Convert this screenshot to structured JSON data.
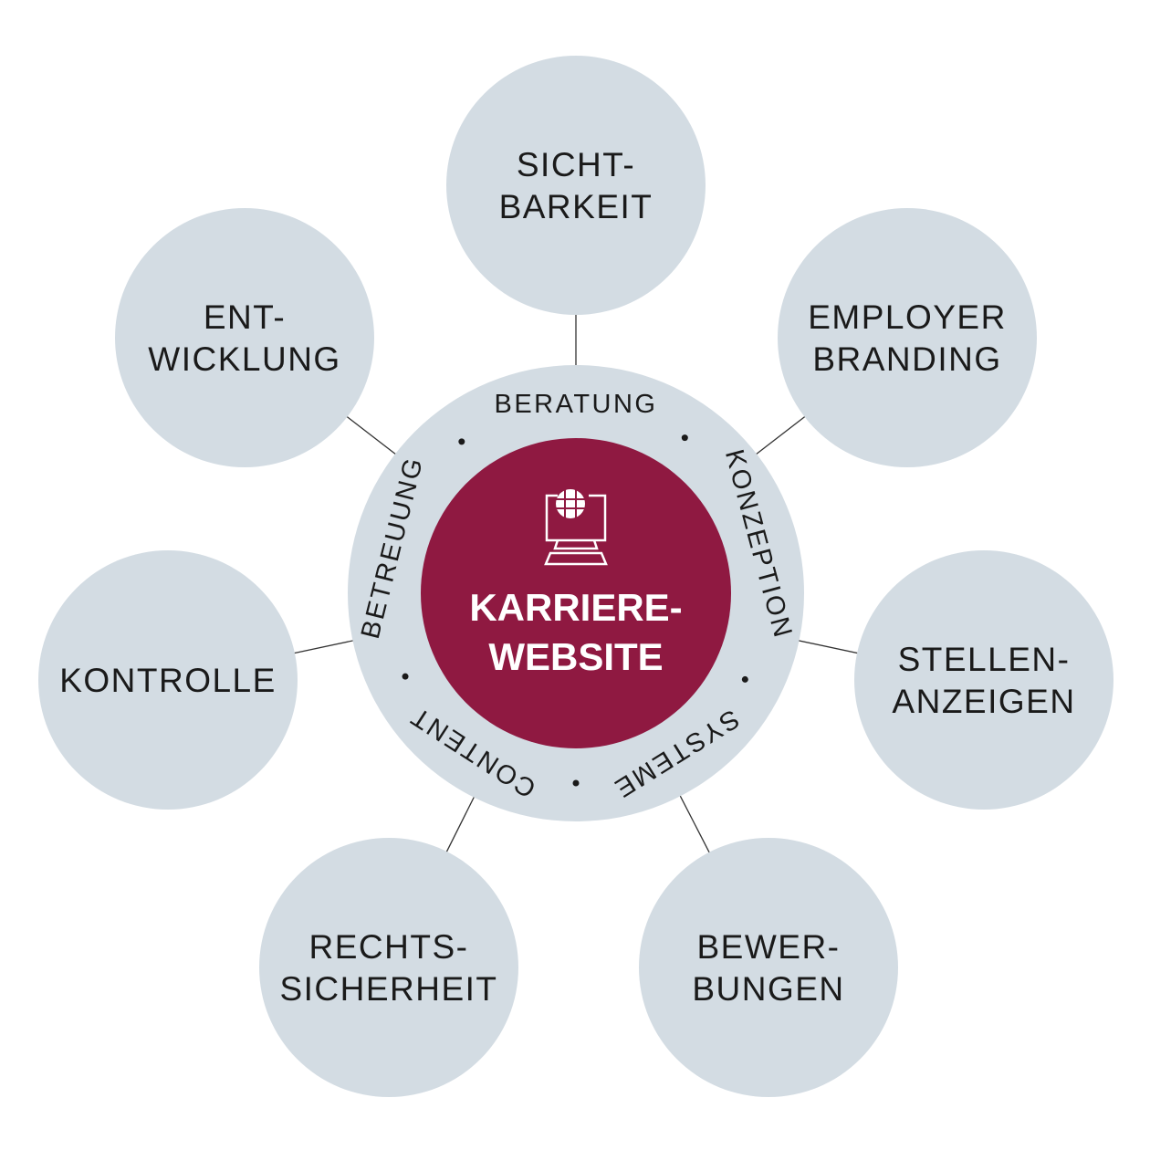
{
  "colors": {
    "satellite": "#d3dce3",
    "ring": "#d3dce3",
    "center": "#8f1941",
    "line": "#333333",
    "text": "#1a1a1a"
  },
  "center": {
    "line1": "KARRIERE-",
    "line2": "WEBSITE",
    "icon": "computer-globe-icon"
  },
  "ring": {
    "items": [
      "BERATUNG",
      "KONZEPTION",
      "SYSTEME",
      "CONTENT",
      "BETREUUNG"
    ]
  },
  "satellites": [
    {
      "line1": "SICHT-",
      "line2": "BARKEIT"
    },
    {
      "line1": "EMPLOYER",
      "line2": "BRANDING"
    },
    {
      "line1": "STELLEN-",
      "line2": "ANZEIGEN"
    },
    {
      "line1": "BEWER-",
      "line2": "BUNGEN"
    },
    {
      "line1": "RECHTS-",
      "line2": "SICHERHEIT"
    },
    {
      "line1": "KONTROLLE",
      "line2": ""
    },
    {
      "line1": "ENT-",
      "line2": "WICKLUNG"
    }
  ]
}
